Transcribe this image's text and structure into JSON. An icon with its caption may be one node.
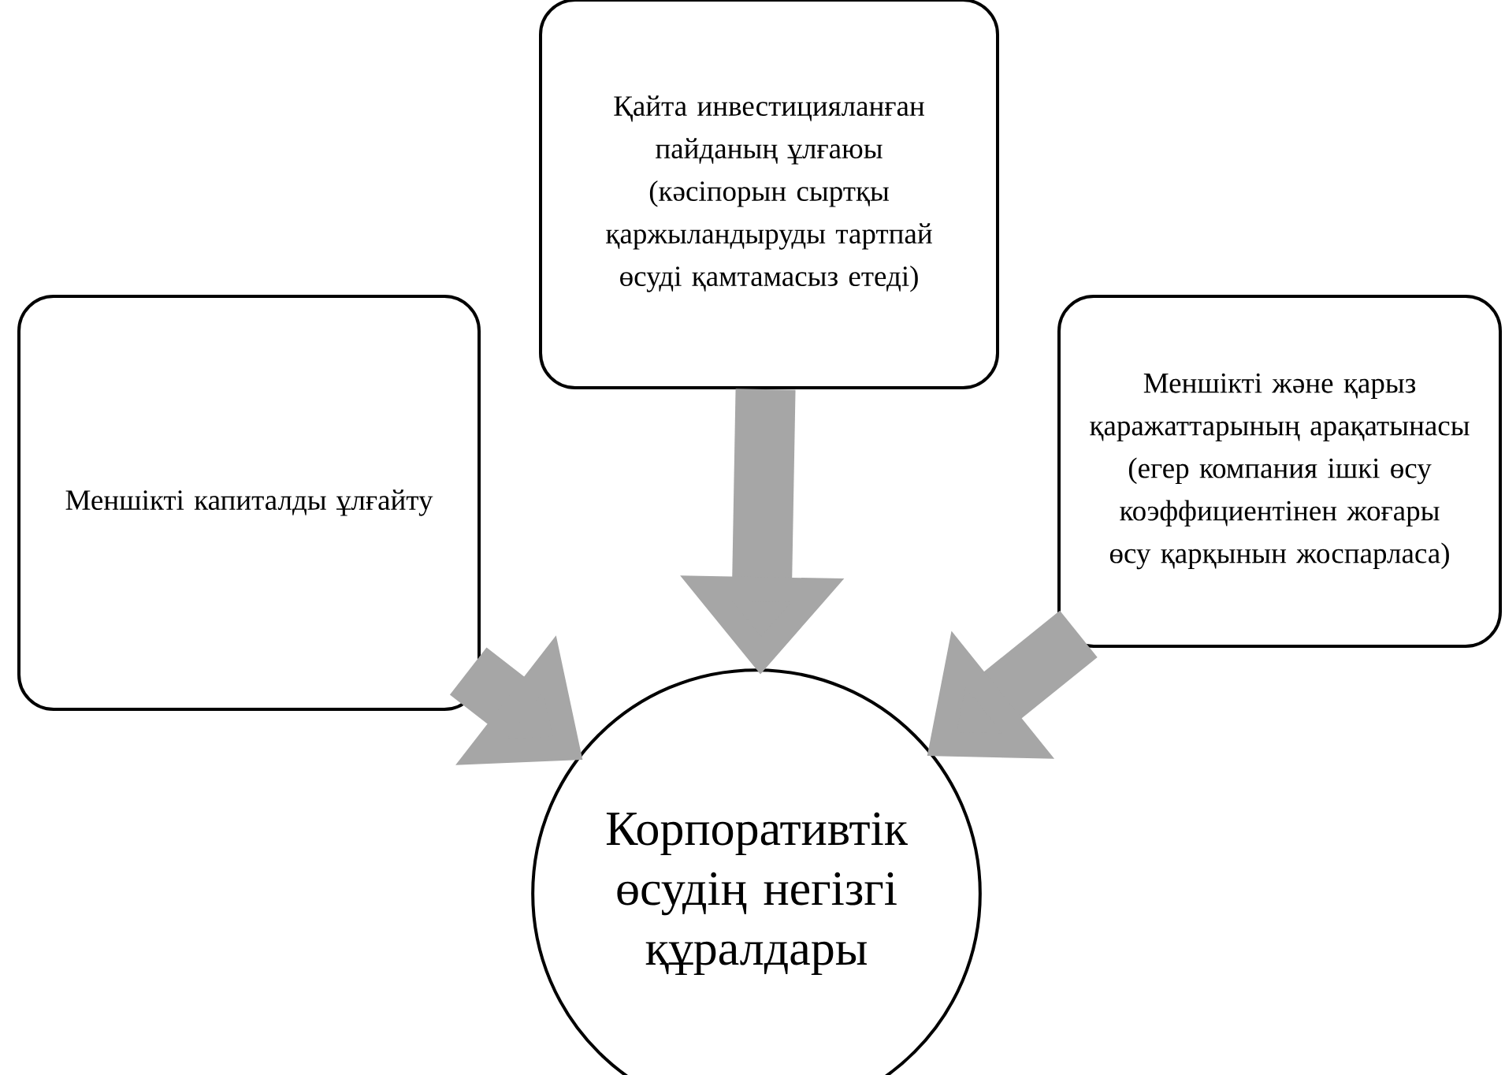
{
  "diagram": {
    "nodes": [
      {
        "text": [
          "Меншікті капиталды ұлғайту"
        ]
      },
      {
        "text": [
          "Қайта инвестицияланған пайданың ұлғаюы (кәсіпорын сыртқы қаржыландыруды тартпай өсуді қамтамасыз етеді)"
        ]
      },
      {
        "text": [
          "Меншікті және қарыз қаражаттарының арақатынасы (егер компания ішкі өсу коэффициентінен жоғары өсу қарқынын жоспарласа)"
        ]
      },
      {
        "text": [
          "Корпоративтік өсудің негізгі құралдары"
        ]
      }
    ],
    "edges": [
      {
        "from": 0,
        "to": 3,
        "arrow": "to"
      },
      {
        "from": 1,
        "to": 3,
        "arrow": "to"
      },
      {
        "from": 2,
        "to": 3,
        "arrow": "to"
      }
    ]
  }
}
